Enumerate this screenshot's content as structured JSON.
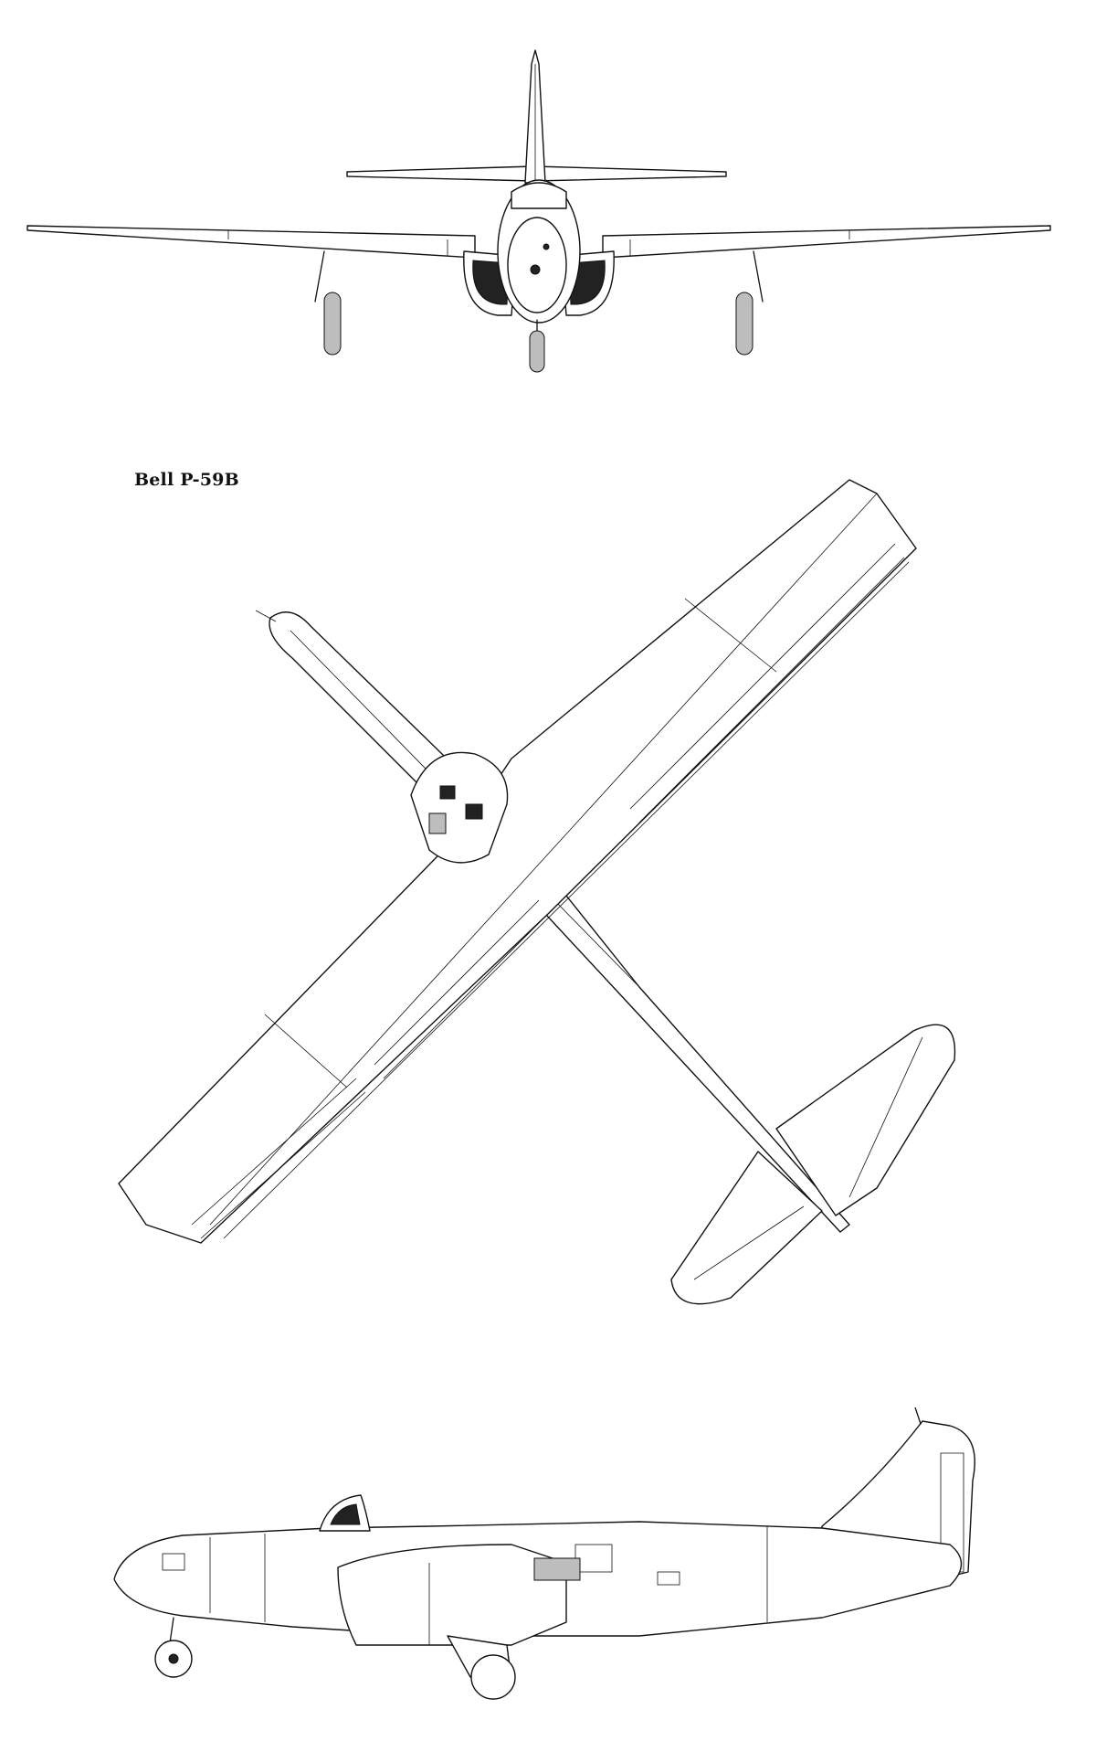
{
  "caption": "Bell P-59B",
  "views": {
    "front": "front-view",
    "plan": "plan-view",
    "side": "side-view"
  },
  "colors": {
    "ink": "#111111",
    "paper": "#ffffff"
  }
}
